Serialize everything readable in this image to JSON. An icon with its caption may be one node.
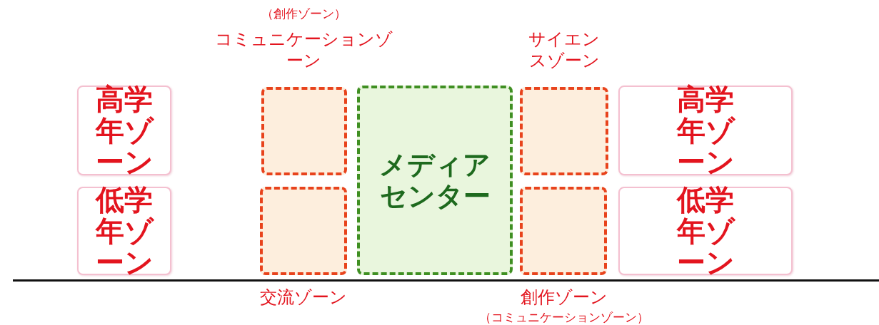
{
  "diagram": {
    "nodes": [
      {
        "text": [
          "高学年ゾーン"
        ]
      },
      {
        "text": [
          "（創作ゾーン）",
          "コミュニケーションゾーン"
        ]
      },
      {
        "text": [
          "メディアセンター"
        ]
      },
      {
        "text": [
          "サイエンスゾーン"
        ]
      },
      {
        "text": [
          "高学年ゾーン"
        ]
      },
      {
        "text": [
          "低学年ゾーン"
        ]
      },
      {
        "text": [
          "交流ゾーン"
        ]
      },
      {
        "text": [
          "創作ゾーン",
          "（コミュニケーションゾーン）"
        ]
      },
      {
        "text": [
          "低学年ゾーン"
        ]
      }
    ],
    "edges": []
  }
}
